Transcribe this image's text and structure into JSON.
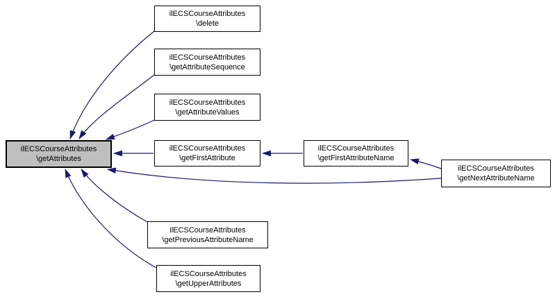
{
  "graph": {
    "colors": {
      "background": "#ffffff",
      "edge": "#191970",
      "node_border": "#000000",
      "node_fill": "#ffffff",
      "focus_node_fill": "#bfbfbf"
    },
    "nodes": [
      {
        "id": "getAttributes",
        "line1": "ilECSCourseAttributes",
        "line2": "\\getAttributes",
        "focus": true
      },
      {
        "id": "delete",
        "line1": "ilECSCourseAttributes",
        "line2": "\\delete",
        "focus": false
      },
      {
        "id": "getAttributeSequence",
        "line1": "ilECSCourseAttributes",
        "line2": "\\getAttributeSequence",
        "focus": false
      },
      {
        "id": "getAttributeValues",
        "line1": "ilECSCourseAttributes",
        "line2": "\\getAttributeValues",
        "focus": false
      },
      {
        "id": "getFirstAttribute",
        "line1": "ilECSCourseAttributes",
        "line2": "\\getFirstAttribute",
        "focus": false
      },
      {
        "id": "getFirstAttributeName",
        "line1": "ilECSCourseAttributes",
        "line2": "\\getFirstAttributeName",
        "focus": false
      },
      {
        "id": "getNextAttributeName",
        "line1": "ilECSCourseAttributes",
        "line2": "\\getNextAttributeName",
        "focus": false
      },
      {
        "id": "getPreviousAttributeName",
        "line1": "ilECSCourseAttributes",
        "line2": "\\getPreviousAttributeName",
        "focus": false
      },
      {
        "id": "getUpperAttributes",
        "line1": "ilECSCourseAttributes",
        "line2": "\\getUpperAttributes",
        "focus": false
      }
    ],
    "edges": [
      {
        "from": "delete",
        "to": "getAttributes"
      },
      {
        "from": "getAttributeSequence",
        "to": "getAttributes"
      },
      {
        "from": "getAttributeValues",
        "to": "getAttributes"
      },
      {
        "from": "getFirstAttribute",
        "to": "getAttributes"
      },
      {
        "from": "getFirstAttributeName",
        "to": "getFirstAttribute"
      },
      {
        "from": "getNextAttributeName",
        "to": "getFirstAttributeName"
      },
      {
        "from": "getNextAttributeName",
        "to": "getAttributes"
      },
      {
        "from": "getPreviousAttributeName",
        "to": "getAttributes"
      },
      {
        "from": "getUpperAttributes",
        "to": "getAttributes"
      }
    ]
  }
}
